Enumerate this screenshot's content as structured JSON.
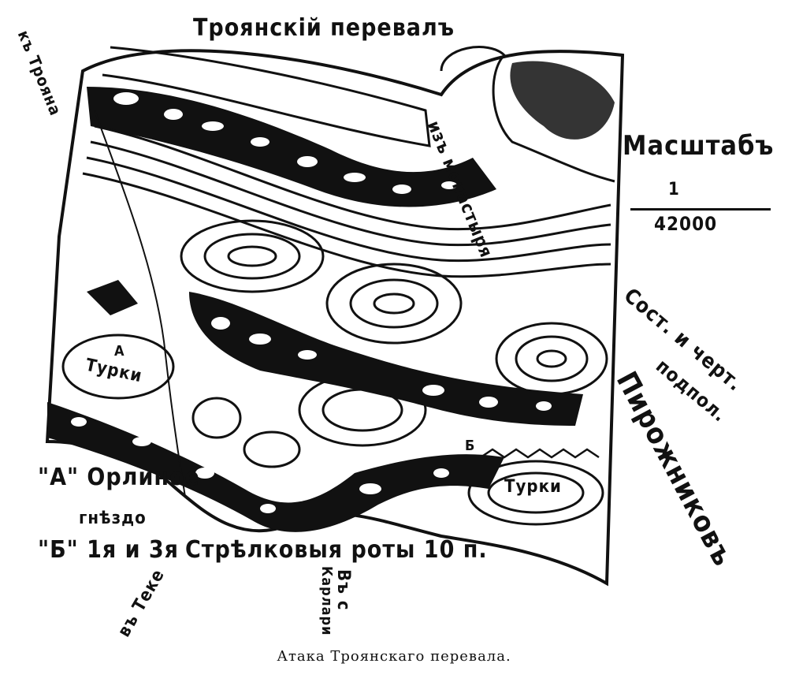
{
  "map": {
    "title": "Троянскій перевалъ",
    "to_troyan": "къ Трояна",
    "from_monastery": "изъ монастыря",
    "scale_label": "Масштабъ",
    "scale_num": "1",
    "scale_den": "42000",
    "author_line1": "Сост. и черт.",
    "author_line2": "подпол.",
    "author_name": "Пирожниковъ",
    "marker_a": "А",
    "turks_a": "Турки",
    "marker_b": "Б",
    "turks_b": "Турки",
    "legend_a": "\"А\" Орлиное",
    "legend_a2": "гнѣздо",
    "legend_b": "\"Б\" 1я и 3я",
    "legend_b2": "Стрѣлковыя роты 10 п.",
    "to_teke": "въ Теке",
    "to_karlari_1": "Въ с",
    "to_karlari_2": "Карлари"
  },
  "caption": "Атака Троянскаго перевала."
}
